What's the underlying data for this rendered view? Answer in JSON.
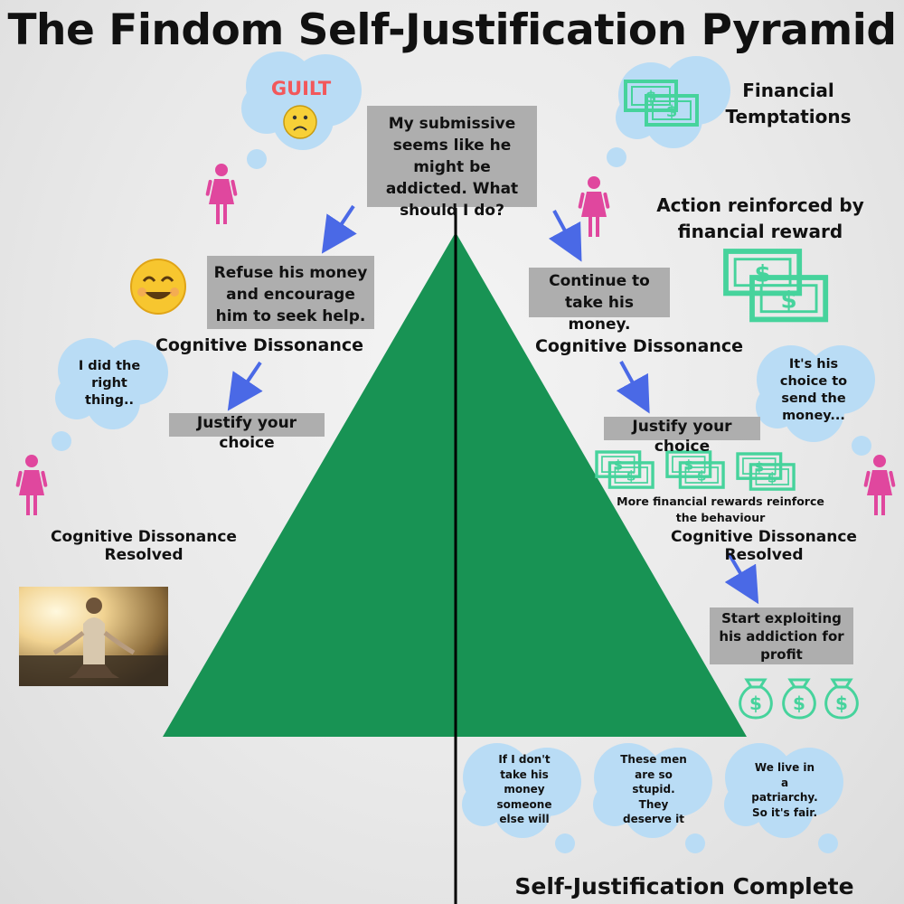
{
  "title": "The Findom Self-Justification Pyramid",
  "left": {
    "guilt": "GUILT",
    "question": "My submissive seems like he might be addicted. What should I do?",
    "refuse": "Refuse his money and encourage him to seek help.",
    "dissonance": "Cognitive Dissonance",
    "thought": "I did the right thing..",
    "justify": "Justify your choice",
    "resolved": "Cognitive Dissonance Resolved"
  },
  "right": {
    "temptations": "Financial Temptations",
    "reinforced": "Action reinforced by financial reward",
    "continue": "Continue to take his money.",
    "dissonance": "Cognitive Dissonance",
    "thought": "It's his choice to send the money...",
    "justify": "Justify your choice",
    "more_rewards": "More financial rewards reinforce the behaviour",
    "resolved": "Cognitive Dissonance Resolved",
    "exploit": "Start exploiting his addiction for profit"
  },
  "bottom_thoughts": [
    "If I don't take his money someone else will",
    "These men are so stupid. They deserve it",
    "We live in a patriarchy. So it's fair."
  ],
  "complete": "Self-Justification Complete",
  "colors": {
    "pyramid": "#189354",
    "cloud": "#b9dcf5",
    "woman": "#e0479e",
    "arrow": "#4a69e6",
    "money": "#46d39c",
    "guilt": "#f2585b",
    "box": "#aeaeae"
  },
  "icons": [
    "sad-face-icon",
    "smile-face-icon",
    "woman-icon",
    "money-bill-icon",
    "money-bag-icon",
    "meditation-photo"
  ]
}
